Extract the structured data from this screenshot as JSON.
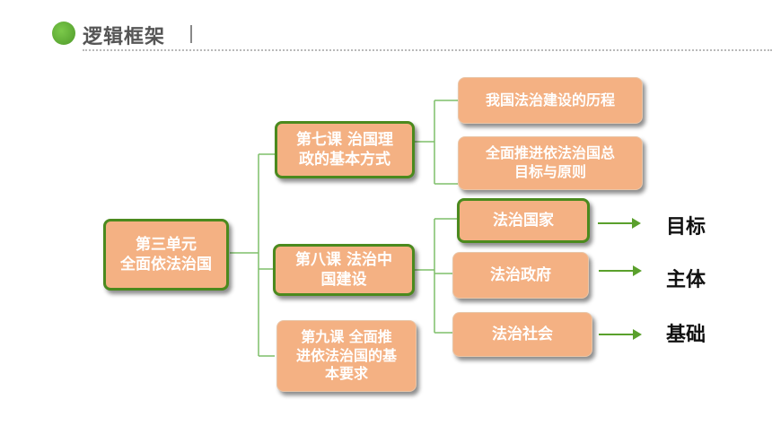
{
  "header": {
    "title": "逻辑框架"
  },
  "diagram": {
    "root": "第三单元\n全面依法治国",
    "lessons": [
      "第七课  治国理\n政的基本方式",
      "第八课  法治中\n国建设",
      "第九课  全面推\n进依法治国的基\n本要求"
    ],
    "lesson7_items": [
      "我国法治建设的历程",
      "全面推进依法治国总\n目标与原则"
    ],
    "lesson8_items": [
      "法治国家",
      "法治政府",
      "法治社会"
    ],
    "labels": [
      "目标",
      "主体",
      "基础"
    ]
  },
  "colors": {
    "box_fill": "#f4b183",
    "border_green": "#4b8a1e",
    "accent_green": "#5aa02c"
  }
}
